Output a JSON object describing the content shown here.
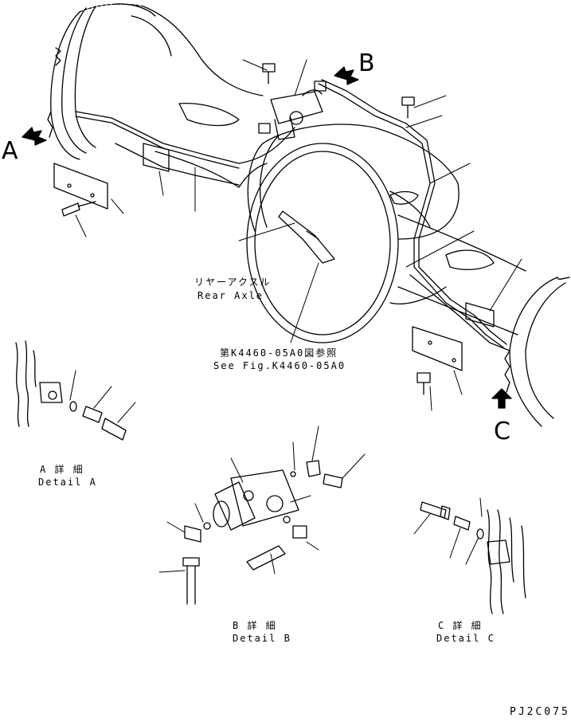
{
  "callouts": {
    "a": "A",
    "b": "B",
    "c": "C"
  },
  "labels": {
    "rear_axle_jp": "リヤーアクスル",
    "rear_axle_en": "Rear Axle",
    "see_fig_jp": "第K4460-05A0図参照",
    "see_fig_en": "See Fig.K4460-05A0",
    "detail_a_jp": "A 詳 細",
    "detail_a_en": "Detail A",
    "detail_b_jp": "B 詳 細",
    "detail_b_en": "Detail B",
    "detail_c_jp": "C 詳 細",
    "detail_c_en": "Detail C"
  },
  "drawing_code": "PJ2C075",
  "colors": {
    "ink": "#000000",
    "paper": "#ffffff"
  }
}
